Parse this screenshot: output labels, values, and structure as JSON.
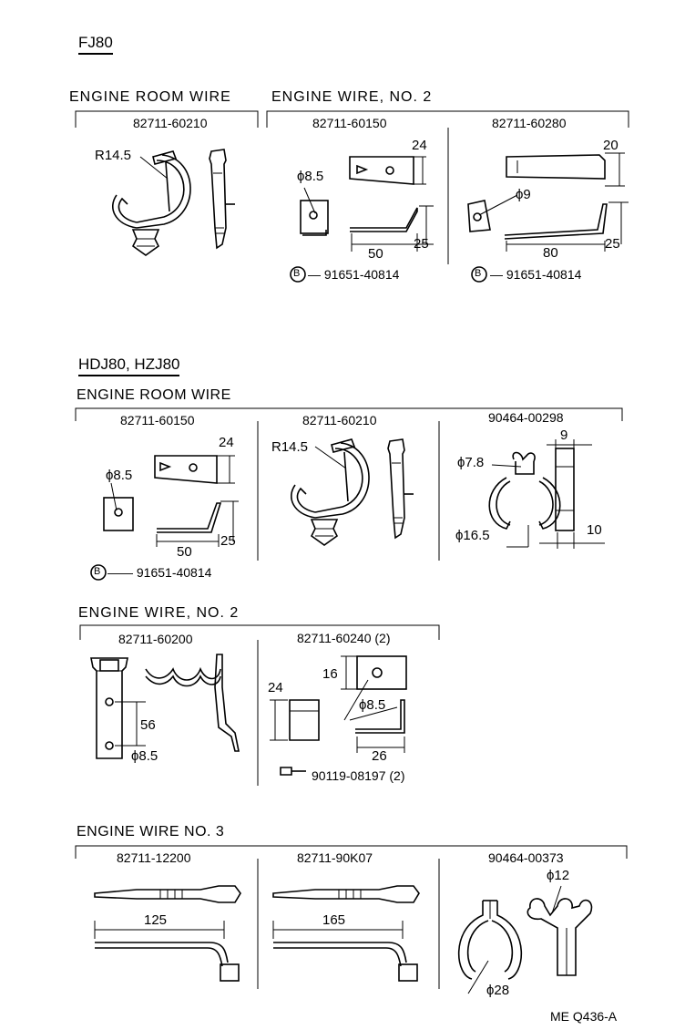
{
  "fj80": {
    "model": "FJ80",
    "engine_room_title": "ENGINE ROOM WIRE",
    "engine_wire2_title": "ENGINE WIRE, NO. 2",
    "p1": {
      "pn": "82711-60210",
      "r": "R14.5"
    },
    "p2": {
      "pn": "82711-60150",
      "d24": "24",
      "d85": "ϕ8.5",
      "d50": "50",
      "d25": "25",
      "bolt": "B",
      "boltpn": "— 91651-40814"
    },
    "p3": {
      "pn": "82711-60280",
      "d20": "20",
      "d9": "ϕ9",
      "d80": "80",
      "d25": "25",
      "bolt": "B",
      "boltpn": "— 91651-40814"
    }
  },
  "hdj80": {
    "model": "HDJ80, HZJ80",
    "engine_room_title": "ENGINE ROOM WIRE",
    "p1": {
      "pn": "82711-60150",
      "d24": "24",
      "d85": "ϕ8.5",
      "d50": "50",
      "d25": "25",
      "bolt": "B",
      "boltpn": "—— 91651-40814"
    },
    "p2": {
      "pn": "82711-60210",
      "r": "R14.5"
    },
    "p3": {
      "pn": "90464-00298",
      "d9": "9",
      "d78": "ϕ7.8",
      "d165": "ϕ16.5",
      "d10": "10"
    },
    "engine_wire2_title": "ENGINE WIRE, NO. 2",
    "p4": {
      "pn": "82711-60200",
      "d56": "56",
      "d85": "ϕ8.5"
    },
    "p5": {
      "pn": "82711-60240 (2)",
      "d16": "16",
      "d24": "24",
      "d85": "ϕ8.5",
      "d26": "26",
      "boltpn": "90119-08197 (2)"
    },
    "engine_wire3_title": "ENGINE WIRE NO. 3",
    "p6": {
      "pn": "82711-12200",
      "d125": "125"
    },
    "p7": {
      "pn": "82711-90K07",
      "d165": "165"
    },
    "p8": {
      "pn": "90464-00373",
      "d12": "ϕ12",
      "d28": "ϕ28"
    }
  },
  "footer": {
    "code": "ME  Q436-A"
  }
}
